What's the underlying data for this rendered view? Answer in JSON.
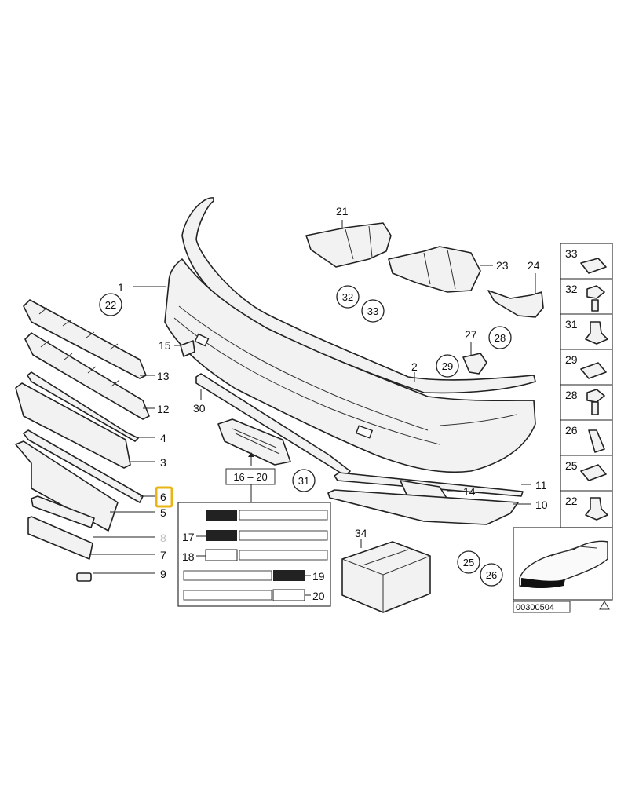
{
  "diagram": {
    "doc_number": "00300504",
    "callouts": {
      "c1": "1",
      "c2": "2",
      "c3": "3",
      "c4": "4",
      "c5": "5",
      "c6": "6",
      "c7": "7",
      "c8": "8",
      "c9": "9",
      "c10": "10",
      "c11": "11",
      "c12": "12",
      "c13": "13",
      "c14": "14",
      "c15": "15",
      "c17": "17",
      "c18": "18",
      "c19": "19",
      "c20": "20",
      "c21": "21",
      "c23": "23",
      "c24": "24",
      "c27": "27",
      "c30": "30",
      "c34": "34"
    },
    "group_label": "16 – 20",
    "circled": {
      "c22": "22",
      "c32": "32",
      "c33": "33",
      "c28": "28",
      "c29": "29",
      "c31": "31",
      "c25": "25",
      "c26": "26"
    },
    "sidebar_items": [
      "33",
      "32",
      "31",
      "29",
      "28",
      "26",
      "25",
      "22"
    ],
    "highlight_color": "#E9B516"
  }
}
